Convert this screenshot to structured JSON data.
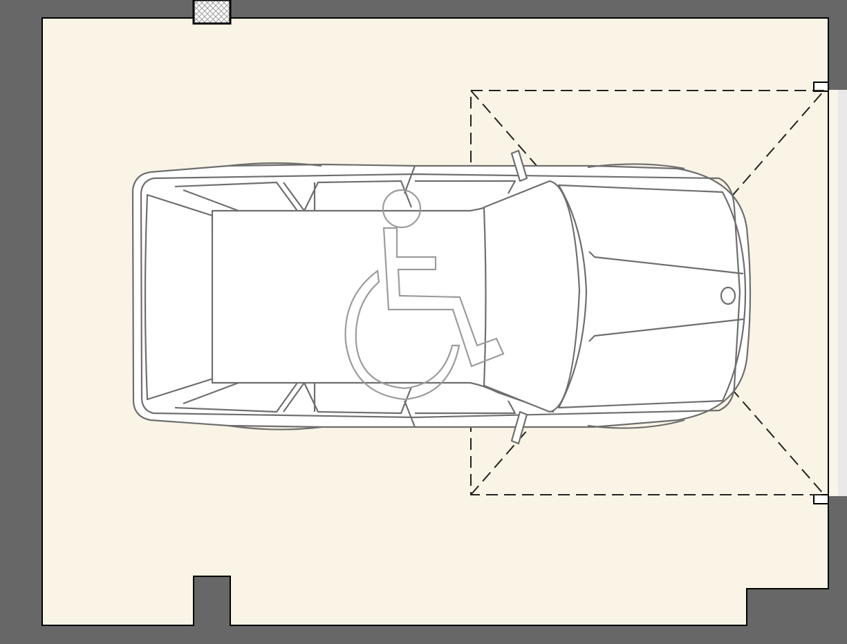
{
  "colors": {
    "wall": "#676767",
    "floor": "#f9f4e5",
    "outline": "#000000",
    "car_fill": "#ffffff",
    "car_stroke": "#6e6e6e",
    "symbol_stroke": "#9c9c9c",
    "door_panel": "#e9e9e9"
  },
  "elements": {
    "garage_floor": "floor",
    "walls": "wall",
    "vent": "cross-hatch-vent",
    "garage_door": "overhead-door-swing",
    "car": "car-top-view",
    "accessibility_symbol": "wheelchair-icon"
  }
}
